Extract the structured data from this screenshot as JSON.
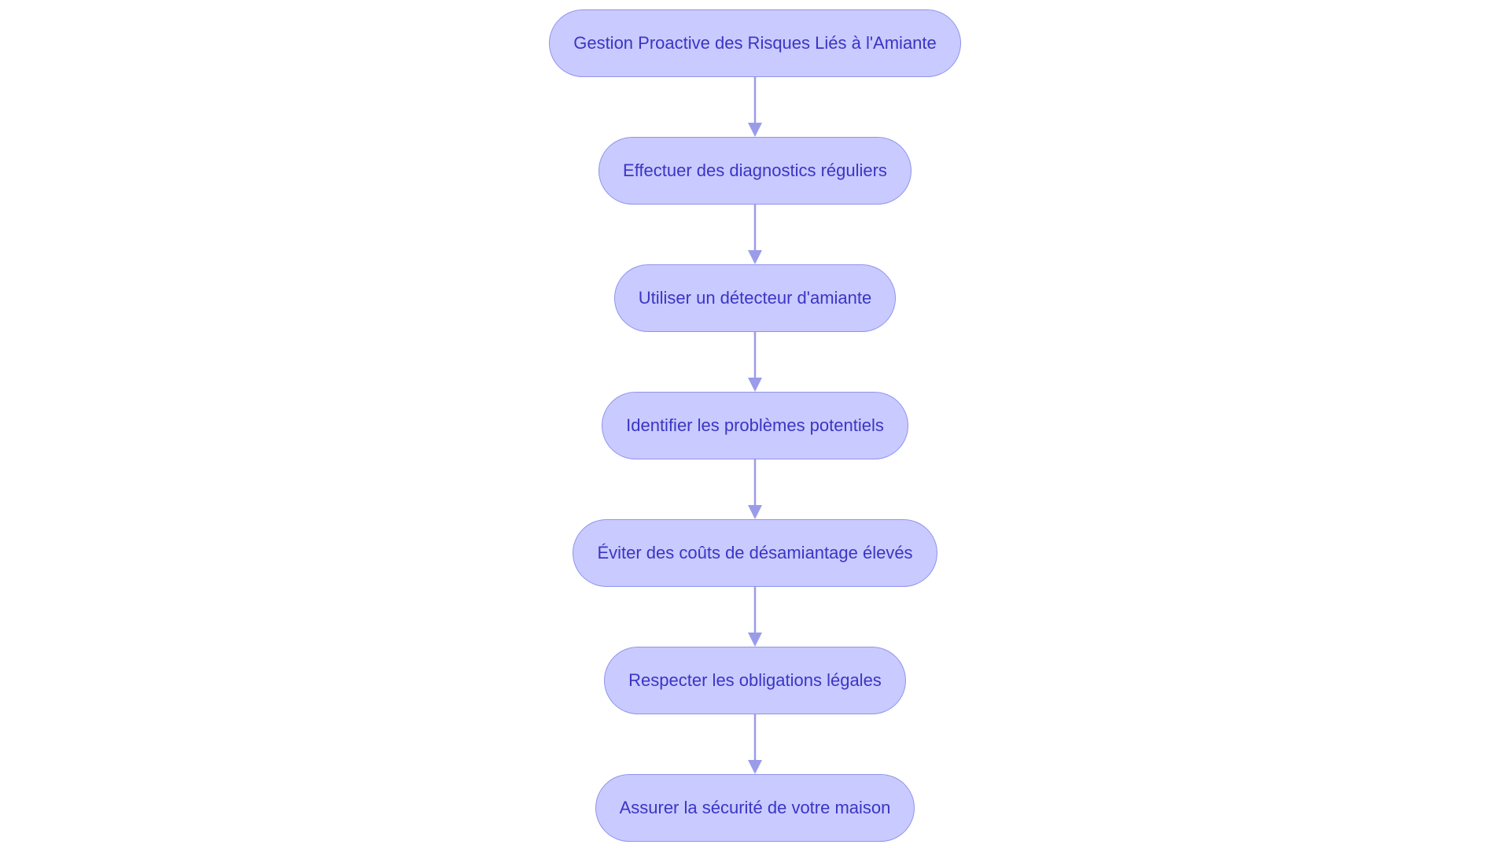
{
  "flowchart": {
    "steps": [
      {
        "label": "Gestion Proactive des Risques Liés à l'Amiante"
      },
      {
        "label": "Effectuer des diagnostics réguliers"
      },
      {
        "label": "Utiliser un détecteur d'amiante"
      },
      {
        "label": "Identifier les problèmes potentiels"
      },
      {
        "label": "Éviter des coûts de désamiantage élevés"
      },
      {
        "label": "Respecter les obligations légales"
      },
      {
        "label": "Assurer la sécurité de votre maison"
      }
    ]
  },
  "colors": {
    "node_fill": "#c9caff",
    "node_border": "#8f94ec",
    "text": "#3a35c4",
    "connector": "#9a9cea"
  }
}
